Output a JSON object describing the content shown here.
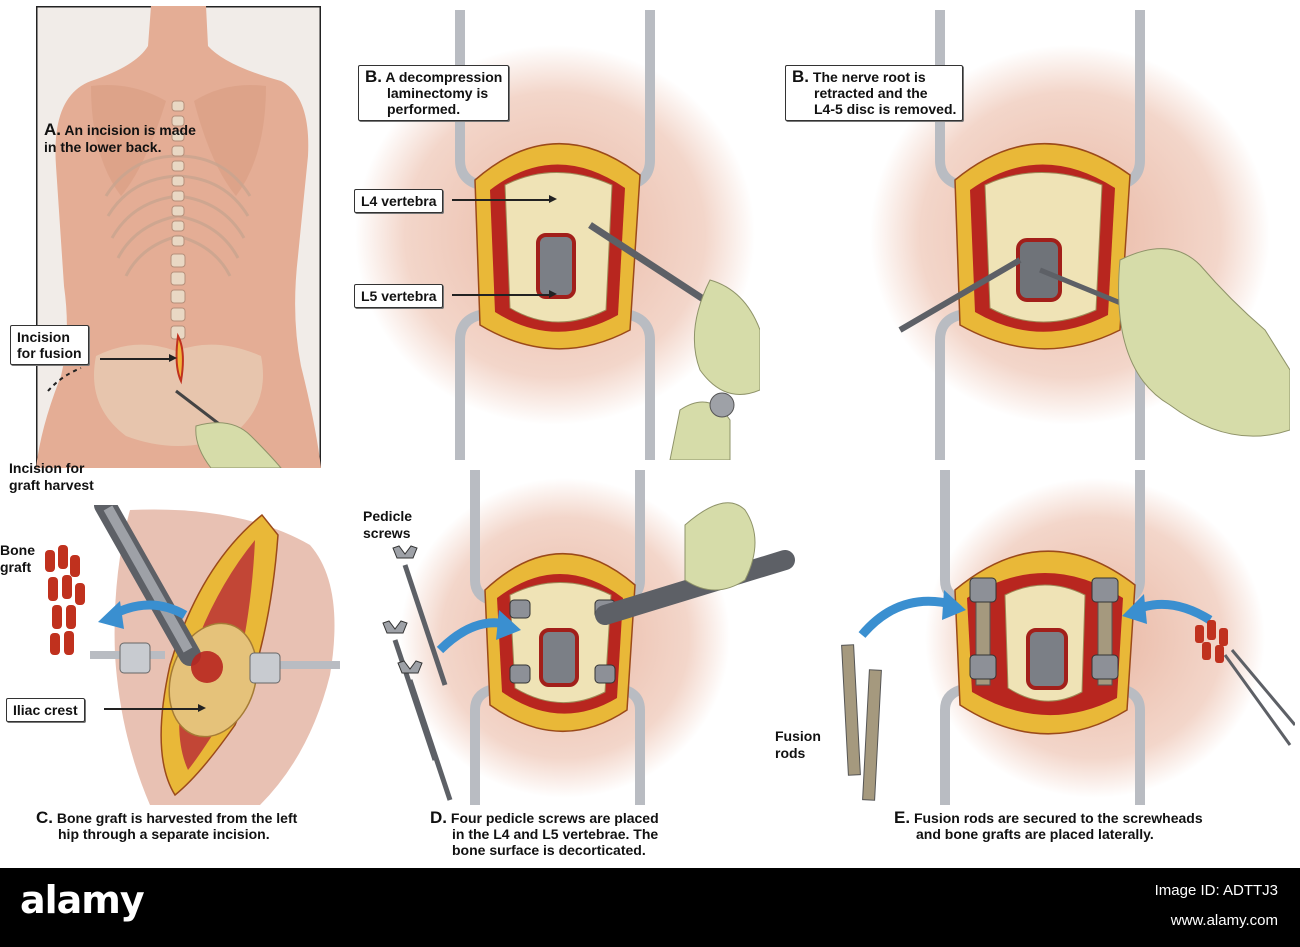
{
  "panels": {
    "a": {
      "letter": "A.",
      "title_line1": "An incision is made",
      "title_line2": "in the lower back.",
      "incision_fusion_line1": "Incision",
      "incision_fusion_line2": "for fusion",
      "graft_harvest_line1": "Incision for",
      "graft_harvest_line2": "graft harvest"
    },
    "b1": {
      "letter": "B.",
      "title_line1": "A decompression",
      "title_line2": "laminectomy is",
      "title_line3": "performed.",
      "l4": "L4 vertebra",
      "l5": "L5 vertebra"
    },
    "b2": {
      "letter": "B.",
      "title_line1": "The nerve root is",
      "title_line2": "retracted and the",
      "title_line3": "L4-5 disc is removed."
    },
    "c": {
      "bone_graft_line1": "Bone",
      "bone_graft_line2": "graft",
      "iliac_crest": "Iliac crest",
      "letter": "C.",
      "caption_line1": "Bone graft is harvested from the left",
      "caption_line2": "hip through a separate incision."
    },
    "d": {
      "pedicle_line1": "Pedicle",
      "pedicle_line2": "screws",
      "letter": "D.",
      "caption_line1": "Four pedicle screws are placed",
      "caption_line2": "in the L4 and L5 vertebrae. The",
      "caption_line3": "bone surface is decorticated."
    },
    "e": {
      "fusion_line1": "Fusion",
      "fusion_line2": "rods",
      "letter": "E.",
      "caption_line1": "Fusion rods are secured to the screwheads",
      "caption_line2": "and bone grafts are placed laterally."
    }
  },
  "footer": {
    "logo": "alamy",
    "image_id": "Image ID: ADTTJ3",
    "url": "www.alamy.com"
  },
  "colors": {
    "skin": "#e8b9a4",
    "fat": "#e9b838",
    "bone": "#efe3b6",
    "muscle": "#b8261f",
    "retractor": "#b9bcc2",
    "glove": "#d6dca9",
    "arrow": "#3a8fd0"
  }
}
